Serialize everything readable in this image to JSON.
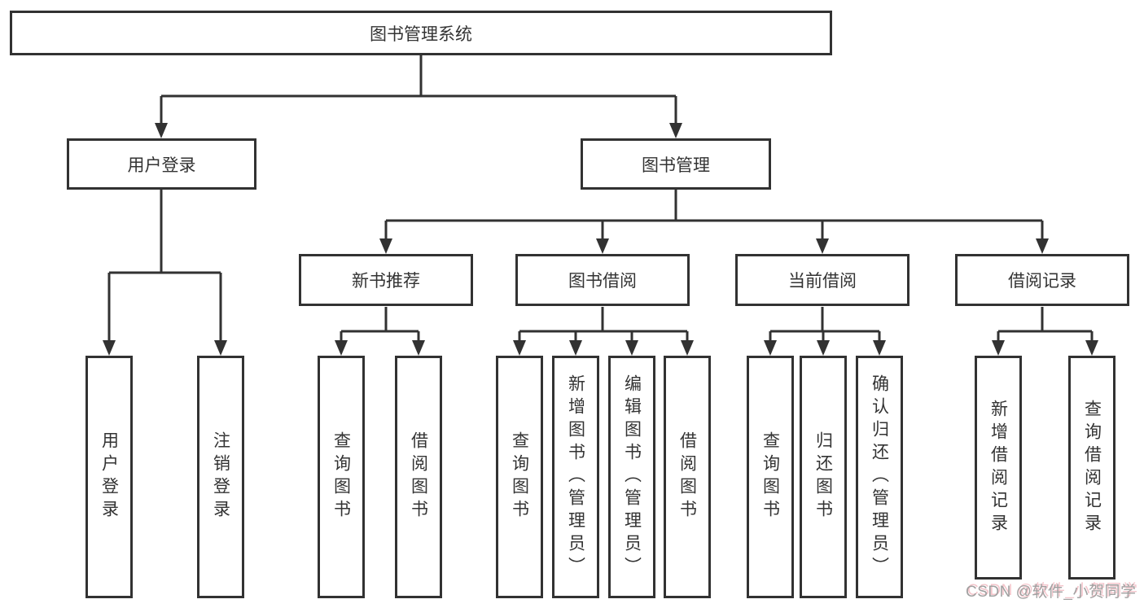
{
  "diagram_title": "图书管理系统",
  "tree": {
    "root": {
      "label": "图书管理系统",
      "user_login": {
        "label": "用户登录",
        "children": [
          "用户登录",
          "注销登录"
        ]
      },
      "book_management": {
        "label": "图书管理",
        "new_book_recommend": {
          "label": "新书推荐",
          "children": [
            "查询图书",
            "借阅图书"
          ]
        },
        "book_borrowing": {
          "label": "图书借阅",
          "children": [
            "查询图书",
            "新增图书（管理员）",
            "编辑图书（管理员）",
            "借阅图书"
          ]
        },
        "current_borrowing": {
          "label": "当前借阅",
          "children": [
            "查询图书",
            "归还图书",
            "确认归还（管理员）"
          ]
        },
        "borrowing_records": {
          "label": "借阅记录",
          "children": [
            "新增借阅记录",
            "查询借阅记录"
          ]
        }
      }
    }
  },
  "watermark": "CSDN @软件_小贺同学",
  "colors": {
    "line": "#323232",
    "text": "#333333",
    "background": "#ffffff",
    "watermark_text": "#a0a0a0",
    "watermark_shadow": "#eb96a0"
  }
}
